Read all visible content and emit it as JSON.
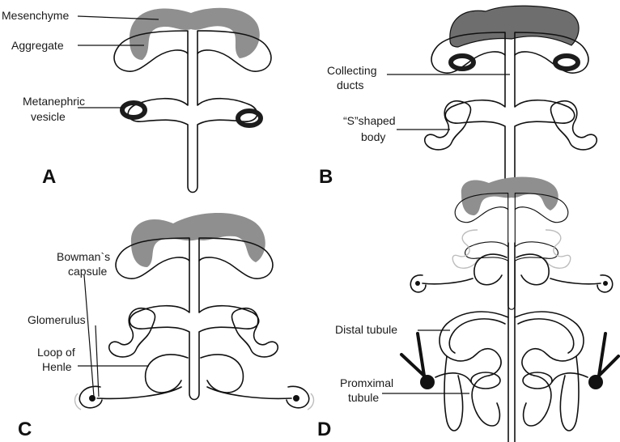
{
  "panels": {
    "a": {
      "letter": "A",
      "labels": {
        "mesenchyme": "Mesenchyme",
        "aggregate": "Aggregate",
        "metanephric_1": "Metanephric",
        "metanephric_2": "vesicle"
      }
    },
    "b": {
      "letter": "B",
      "labels": {
        "collecting_1": "Collecting",
        "collecting_2": "ducts",
        "sshaped_1": "“S”shaped",
        "sshaped_2": "body"
      }
    },
    "c": {
      "letter": "C",
      "labels": {
        "bowman_1": "Bowman`s",
        "bowman_2": "capsule",
        "glomerulus": "Glomerulus",
        "loop_1": "Loop of",
        "loop_2": "Henle"
      }
    },
    "d": {
      "letter": "D",
      "labels": {
        "distal": "Distal tubule",
        "proximal_1": "Promximal",
        "proximal_2": "tubule"
      }
    }
  },
  "colors": {
    "mesenchyme": "#8f8f8f",
    "mesenchyme_dark": "#6e6e6e",
    "vesicle": "#1c1c1c",
    "line": "#111111",
    "background": "#ffffff"
  }
}
